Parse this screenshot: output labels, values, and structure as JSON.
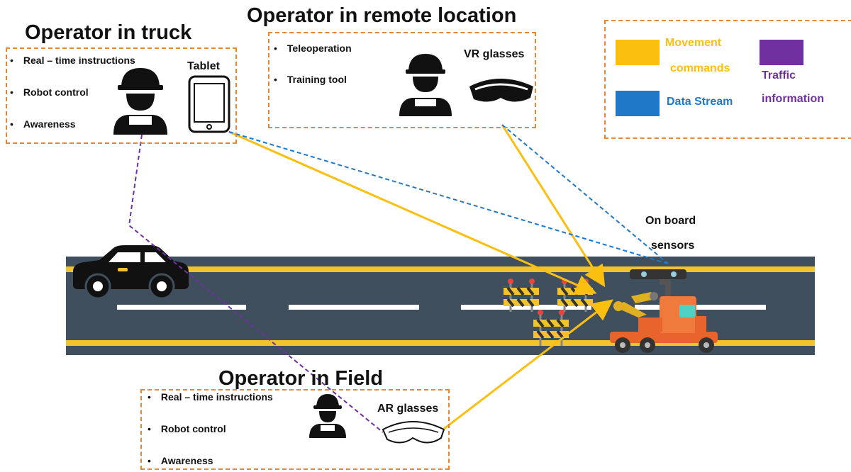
{
  "truck_operator": {
    "title": "Operator in truck",
    "bullets": [
      "Real – time instructions",
      "Robot control",
      "Awareness"
    ],
    "device": "Tablet"
  },
  "remote_operator": {
    "title": "Operator in remote location",
    "bullets": [
      "Teleoperation",
      "Training tool"
    ],
    "device": "VR glasses"
  },
  "field_operator": {
    "title": "Operator in Field",
    "bullets": [
      "Real – time instructions",
      "Robot control",
      "Awareness"
    ],
    "device": "AR glasses"
  },
  "legend": {
    "movement": {
      "line1": "Movement",
      "line2": "commands",
      "color": "#fbbf0f"
    },
    "traffic": {
      "line1": "Traffic",
      "line2": "information",
      "color": "#7030a0"
    },
    "data": {
      "label": "Data Stream",
      "color": "#1f78c8"
    }
  },
  "sensors": {
    "line1": "On board",
    "line2": "sensors"
  },
  "colors": {
    "box_border": "#e0883a",
    "road": "#3f4f5e",
    "road_line": "#f3c32c",
    "lane": "#ffffff"
  }
}
